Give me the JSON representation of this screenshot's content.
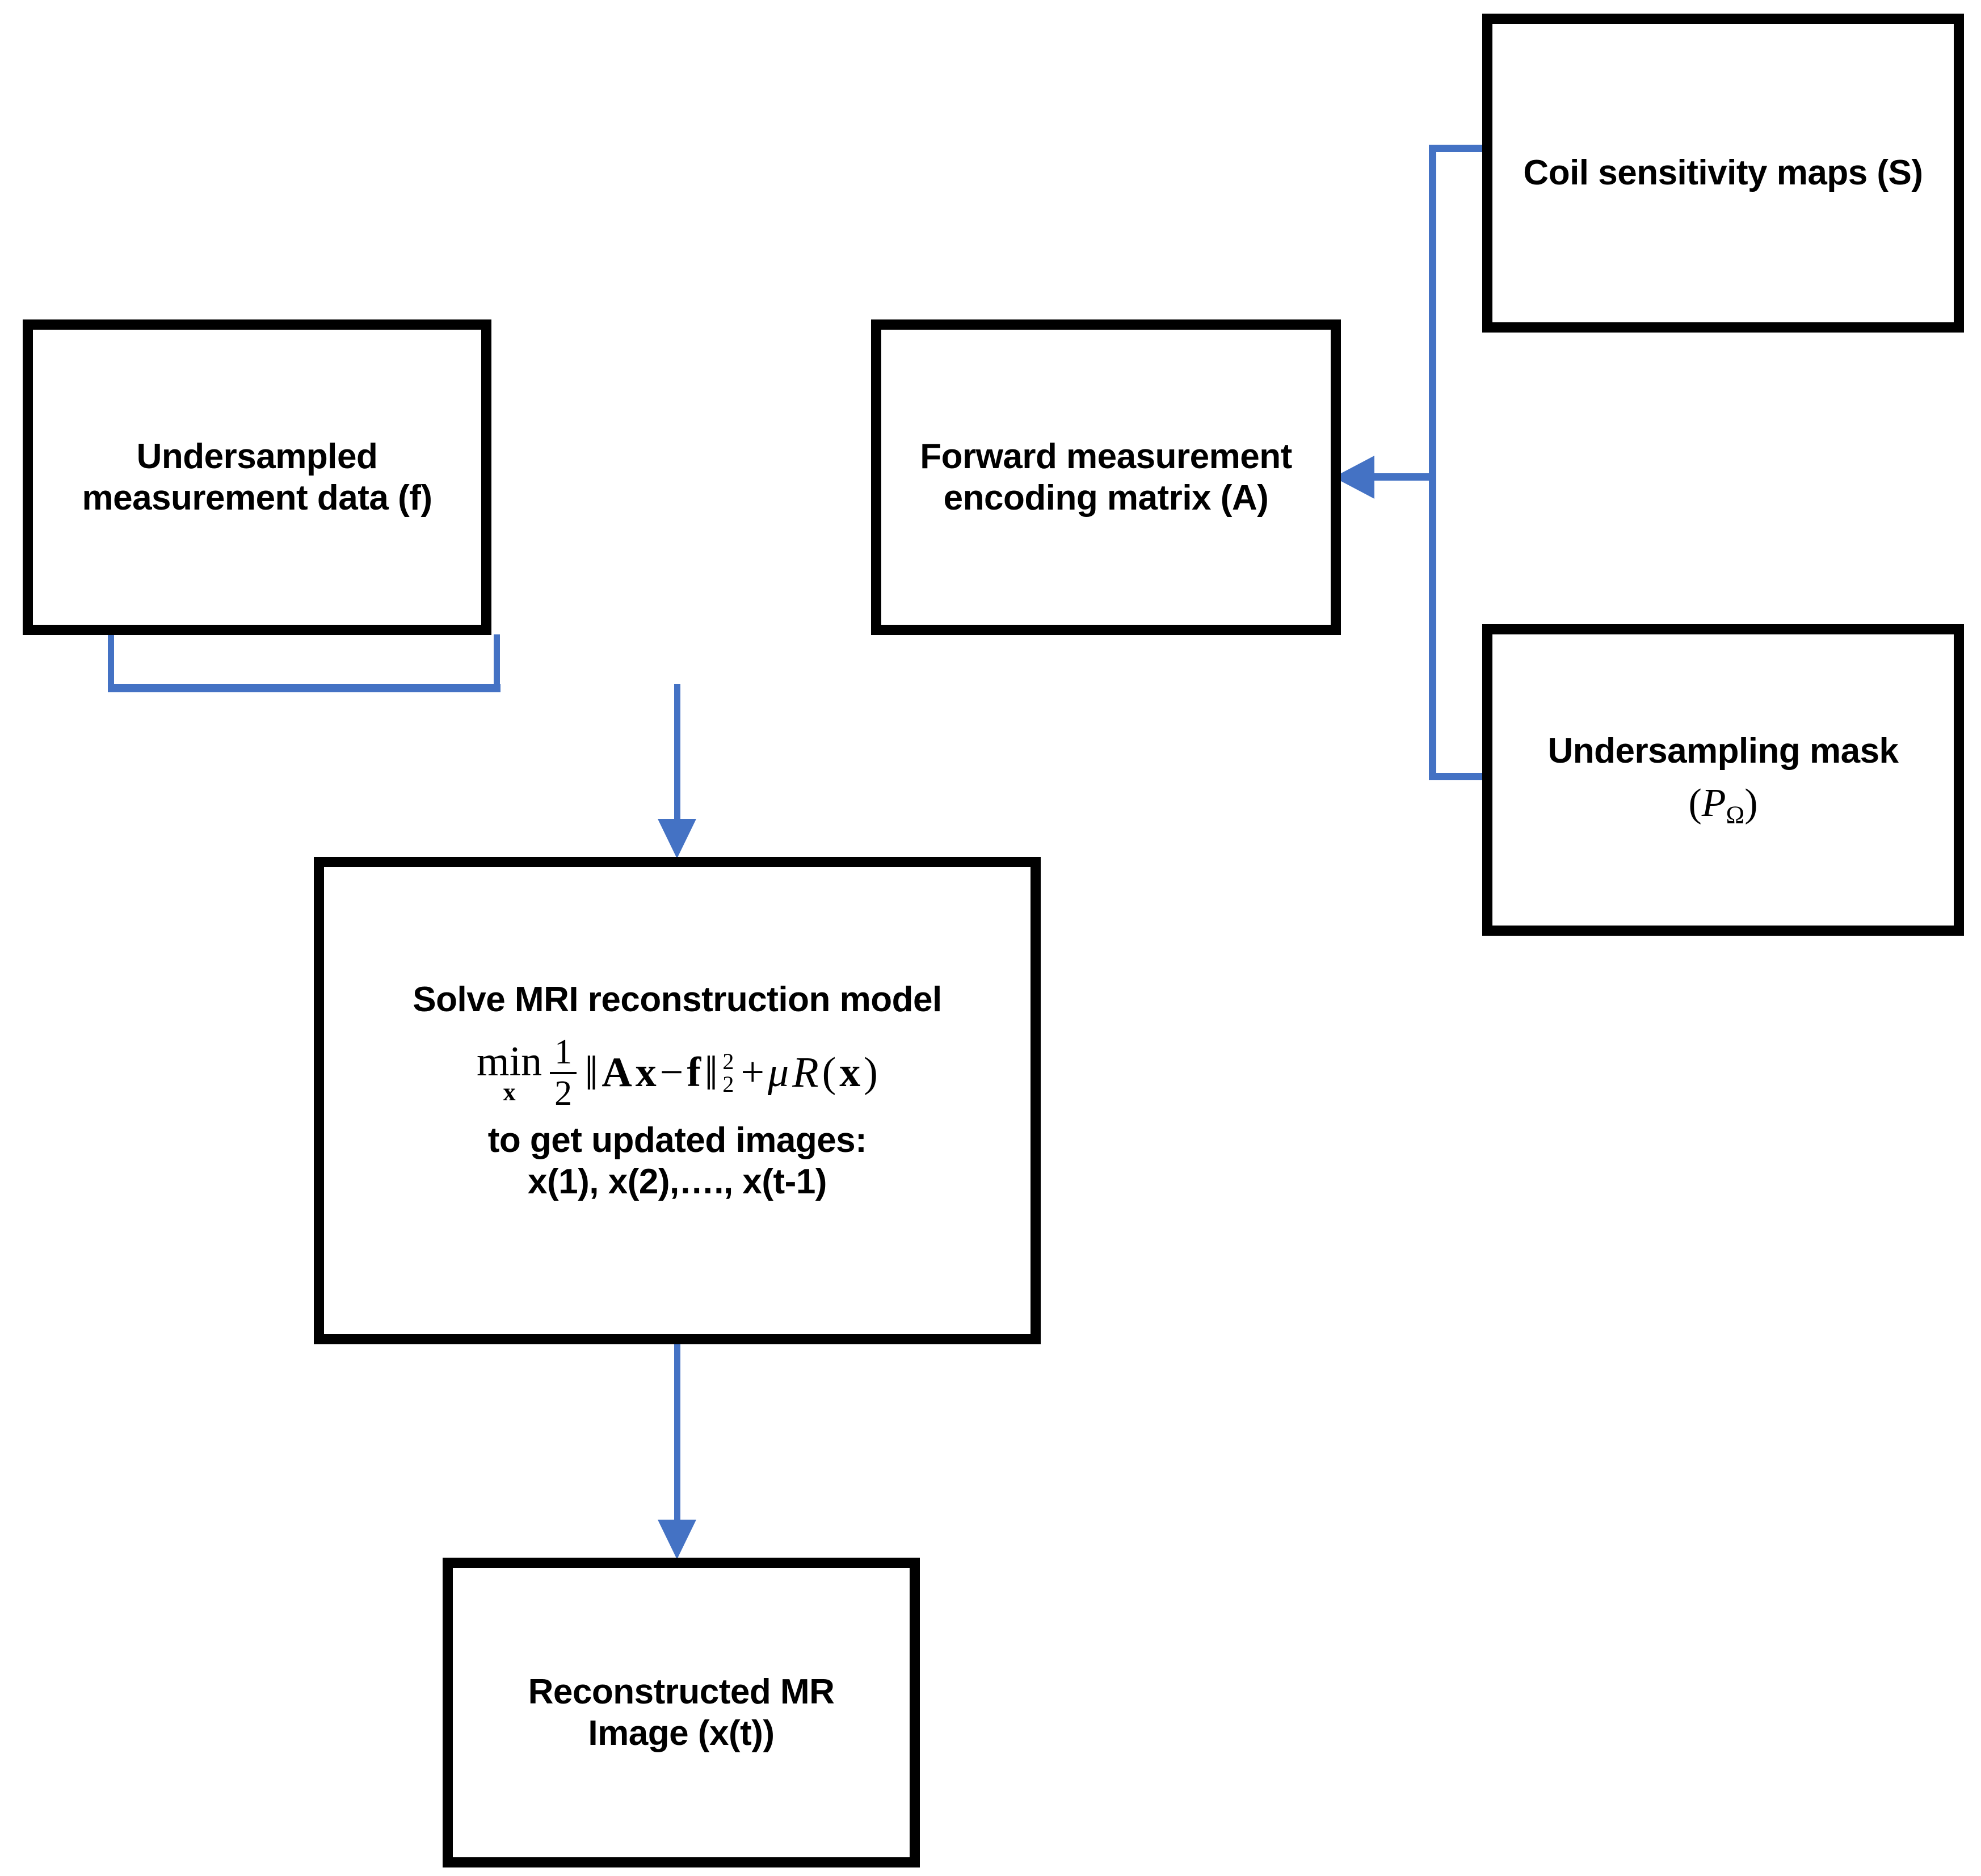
{
  "diagram": {
    "title": "MRI reconstruction model flowchart",
    "accent_color": "#4472C4",
    "border_color": "#000000",
    "background_color": "#FFFFFF"
  },
  "nodes": {
    "undersampled_data": {
      "label": "Undersampled\nmeasurement data (f)"
    },
    "forward_matrix": {
      "label": "Forward measurement\nencoding matrix (A)"
    },
    "coil_sensitivity": {
      "label": "Coil sensitivity maps (S)"
    },
    "undersampling_mask": {
      "label": "Undersampling mask",
      "math_open": "(",
      "math_symbol": "P",
      "math_subscript": "Ω",
      "math_close": ")"
    },
    "solve_model": {
      "title": "Solve MRI reconstruction model",
      "formula_plain": "min_x 1/2 ||Ax - f||_2^2 + μR(x)",
      "formula_parts": {
        "min": "min",
        "min_sub": "x",
        "frac_num": "1",
        "frac_den": "2",
        "norm_open": "‖",
        "matrix_a": "A",
        "vec_x": "x",
        "minus": "−",
        "vec_f": "f",
        "norm_close": "‖",
        "sup": "2",
        "sub": "2",
        "plus": "+",
        "mu": "μ",
        "cal_r": "R",
        "paren_open": "(",
        "arg_x": "x",
        "paren_close": ")"
      },
      "tail": "to get updated images:\nx(1), x(2),…., x(t-1)"
    },
    "reconstructed_image": {
      "label": "Reconstructed MR\nImage (x(t))"
    }
  },
  "connectors": [
    {
      "name": "coil-to-forward",
      "from": "coil_sensitivity",
      "to": "forward_matrix",
      "arrowhead": "left"
    },
    {
      "name": "mask-to-forward",
      "from": "undersampling_mask",
      "to": "forward_matrix",
      "arrowhead": "none"
    },
    {
      "name": "data-to-solve",
      "from": "undersampled_data",
      "to": "solve_model",
      "arrowhead": "down"
    },
    {
      "name": "matrix-to-solve",
      "from": "forward_matrix",
      "to": "solve_model",
      "arrowhead": "down"
    },
    {
      "name": "solve-to-reconstructed",
      "from": "solve_model",
      "to": "reconstructed_image",
      "arrowhead": "down"
    }
  ]
}
